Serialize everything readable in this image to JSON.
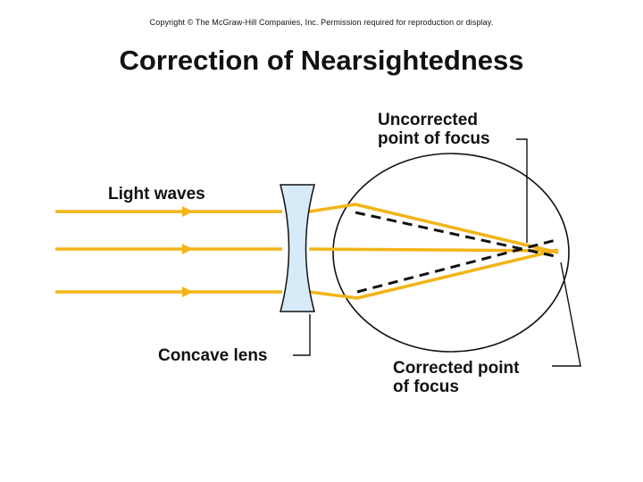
{
  "copyright": "Copyright © The McGraw-Hill Companies, Inc. Permission required for reproduction or display.",
  "title": "Correction of Nearsightedness",
  "labels": {
    "light_waves": "Light waves",
    "concave_lens": "Concave lens",
    "uncorrected_line1": "Uncorrected",
    "uncorrected_line2": "point of focus",
    "corrected_line1": "Corrected point",
    "corrected_line2": "of focus"
  },
  "colors": {
    "light_ray": "#f2b417",
    "lens_fill": "#d6eaf7",
    "outline": "#111111"
  }
}
